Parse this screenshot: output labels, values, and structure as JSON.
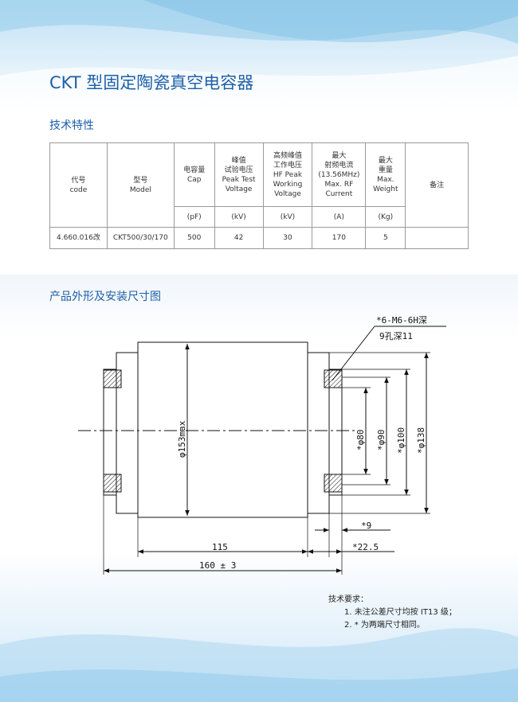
{
  "title": "CKT 型固定陶瓷真空电容器",
  "spec_section": {
    "heading": "技术特性"
  },
  "table": {
    "headers": [
      {
        "label": "代号\ncode",
        "unit": ""
      },
      {
        "label": "型号\nModel",
        "unit": ""
      },
      {
        "label": "电容量\nCap",
        "unit": "(pF)"
      },
      {
        "label": "峰值\n试验电压\nPeak Test\nVoltage",
        "unit": "(kV)"
      },
      {
        "label": "高频峰值\n工作电压\nHF Peak\nWorking\nVoltage",
        "unit": "(kV)"
      },
      {
        "label": "最大\n射频电流\n(13.56MHz)\nMax. RF\nCurrent",
        "unit": "(A)"
      },
      {
        "label": "最大\n重量\nMax.\nWeight",
        "unit": "(Kg)"
      },
      {
        "label": "备注",
        "unit": ""
      }
    ],
    "rows": [
      [
        "4.660.016改",
        "CKT500/30/170",
        "500",
        "42",
        "30",
        "170",
        "5",
        ""
      ]
    ]
  },
  "drawing_section": {
    "heading": "产品外形及安装尺寸图"
  },
  "drawing": {
    "hole_note_line1": "*6-M6-6H深",
    "hole_note_line2": "9孔深11",
    "dim_body_diameter": "φ153max",
    "dim_phi80": "*φ80",
    "dim_phi90": "*φ90",
    "dim_phi100": "*φ100",
    "dim_phi138": "*φ138",
    "dim_9": "*9",
    "dim_22_5": "*22.5",
    "dim_115": "115",
    "dim_160": "160 ± 3"
  },
  "notes": {
    "heading": "技术要求：",
    "items": [
      "1. 未注公差尺寸均按 IT13 级；",
      "2. * 为两端尺寸相同。"
    ]
  }
}
